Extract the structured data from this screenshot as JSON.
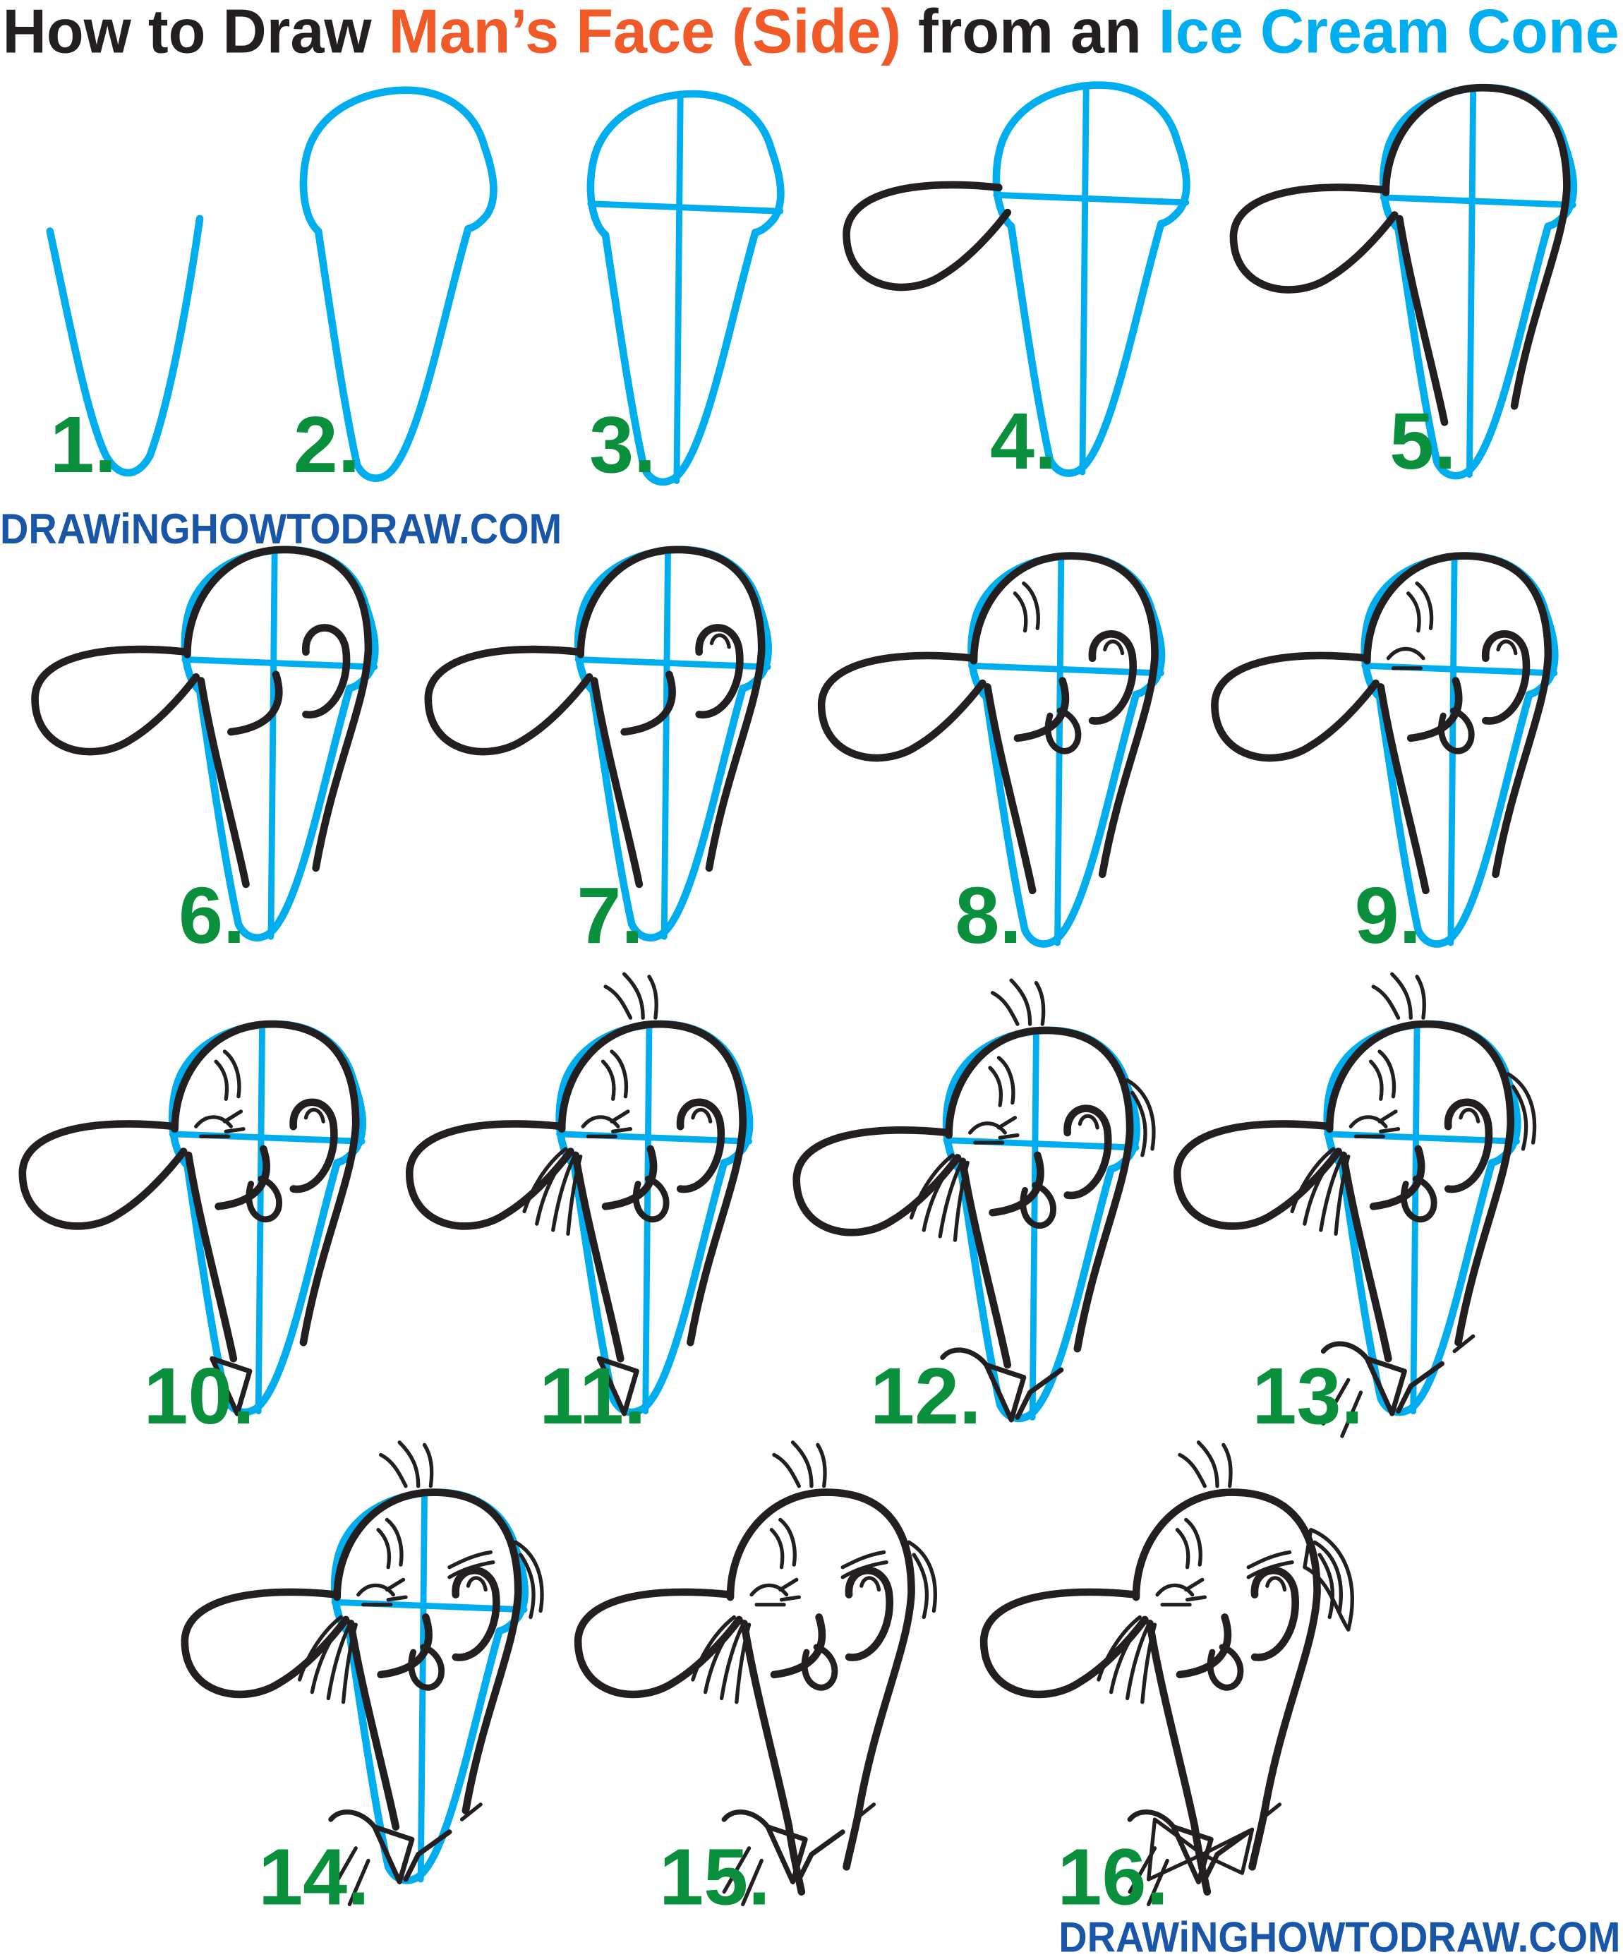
{
  "header": {
    "title_part1": "How to Draw ",
    "title_part2": "Man’s Face (Side)",
    "title_part3": " from an ",
    "title_part4": "Ice Cream Cone"
  },
  "watermark": {
    "top": "DRAWiNGHOWTODRAW.COM",
    "bottom": "DRAWiNGHOWTODRAW.COM"
  },
  "steps": [
    {
      "label": "1."
    },
    {
      "label": "2."
    },
    {
      "label": "3."
    },
    {
      "label": "4."
    },
    {
      "label": "5."
    },
    {
      "label": "6."
    },
    {
      "label": "7."
    },
    {
      "label": "8."
    },
    {
      "label": "9."
    },
    {
      "label": "10."
    },
    {
      "label": "11."
    },
    {
      "label": "12."
    },
    {
      "label": "13."
    },
    {
      "label": "14."
    },
    {
      "label": "15."
    },
    {
      "label": "16."
    }
  ],
  "colors": {
    "title_black": "#231f20",
    "title_orange": "#f05a28",
    "title_blue": "#00aeef",
    "guide_blue": "#00aeef",
    "ink": "#231f20",
    "step_number_green": "#0a8f3c",
    "watermark_blue": "#1a56a8"
  }
}
